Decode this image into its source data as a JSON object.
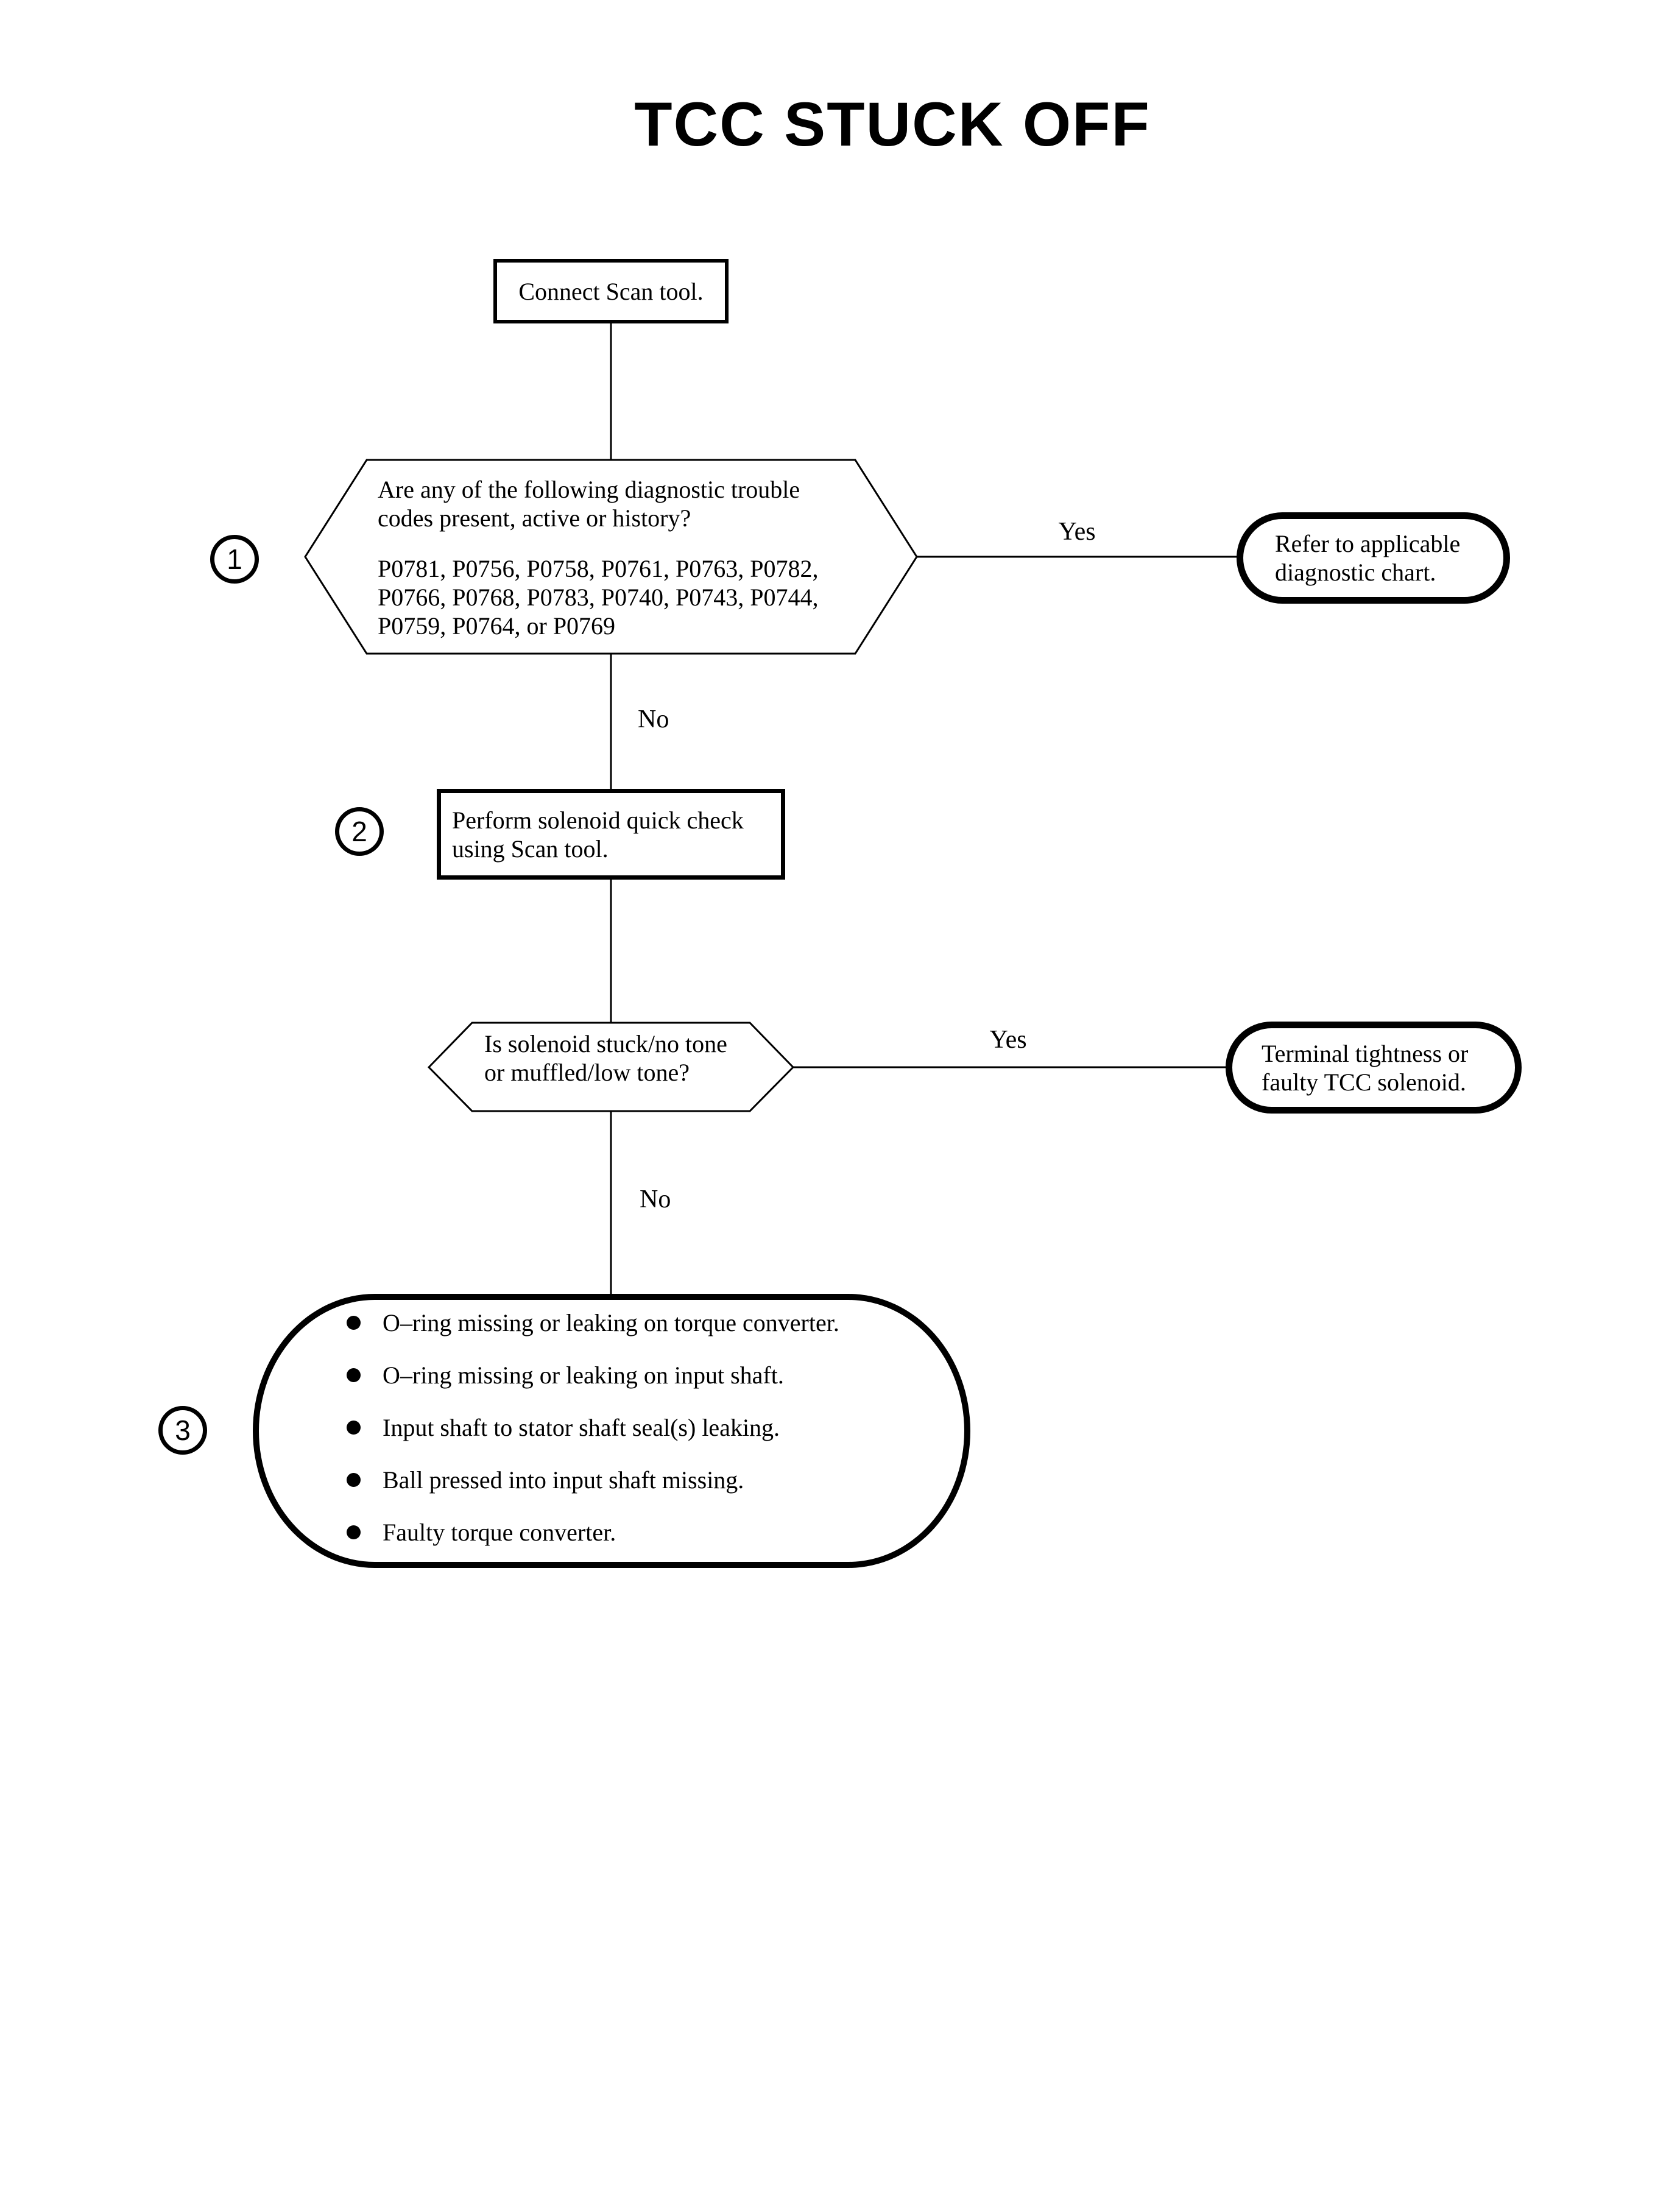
{
  "title": "TCC STUCK OFF",
  "colors": {
    "ink": "#000000",
    "background": "#ffffff"
  },
  "flowchart": {
    "start": {
      "label": "Connect Scan tool."
    },
    "decision1": {
      "step": "1",
      "question": "Are any of the following diagnostic trouble\ncodes present, active or history?",
      "codes": "P0781, P0756, P0758, P0761, P0763, P0782,\nP0766, P0768, P0783, P0740, P0743, P0744,\nP0759, P0764, or P0769",
      "yes_label": "Yes",
      "no_label": "No"
    },
    "yes_result1": {
      "label": "Refer to applicable\ndiagnostic chart."
    },
    "action2": {
      "step": "2",
      "label": "Perform solenoid quick check\nusing Scan tool."
    },
    "decision2": {
      "question": "Is solenoid stuck/no tone\nor muffled/low tone?",
      "yes_label": "Yes",
      "no_label": "No"
    },
    "yes_result2": {
      "label": "Terminal tightness or\nfaulty TCC solenoid."
    },
    "no_result3": {
      "step": "3",
      "items": [
        "O–ring missing or leaking on torque converter.",
        "O–ring missing or leaking on input shaft.",
        "Input shaft to stator shaft seal(s) leaking.",
        "Ball pressed into input shaft missing.",
        "Faulty torque converter."
      ]
    }
  }
}
